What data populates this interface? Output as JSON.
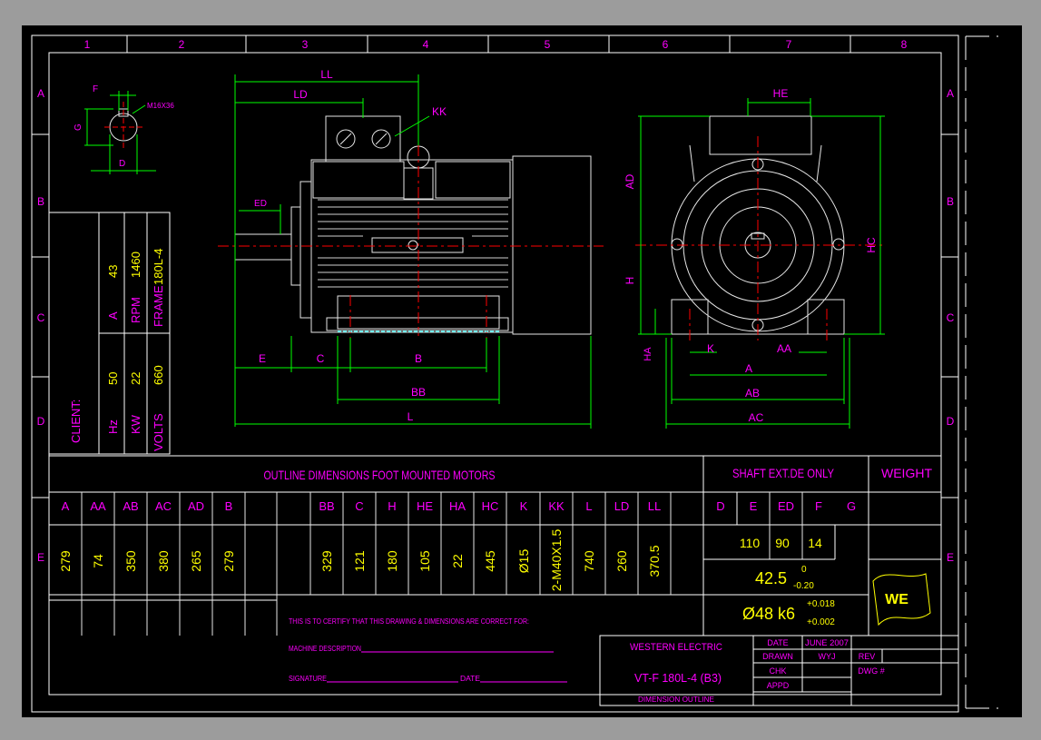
{
  "colors": {
    "background": "#9c9c9c",
    "canvas": "#000000",
    "frame": "#ffffff",
    "dimension": "#00ff00",
    "label": "#ff00ff",
    "value": "#ffff00",
    "center_line": "#ff0000",
    "outline": "#e6e6e6",
    "section": "#00ffff"
  },
  "border": {
    "columns": [
      "1",
      "2",
      "3",
      "4",
      "5",
      "6",
      "7",
      "8"
    ],
    "rows": [
      "A",
      "B",
      "C",
      "D",
      "E"
    ]
  },
  "shaft_detail": {
    "f": "F",
    "g": "G",
    "d": "D",
    "thread": "M16X36"
  },
  "side_view": {
    "ll": "LL",
    "ld": "LD",
    "kk": "KK",
    "ed": "ED",
    "e": "E",
    "c": "C",
    "b": "B",
    "bb": "BB",
    "l": "L"
  },
  "end_view": {
    "he": "HE",
    "ad": "AD",
    "h": "H",
    "hc": "HC",
    "ha": "HA",
    "k": "K",
    "aa": "AA",
    "a": "A",
    "ab": "AB",
    "ac": "AC"
  },
  "spec_block": {
    "client_label": "CLIENT:",
    "hz_label": "Hz",
    "hz": "50",
    "kw_label": "KW",
    "kw": "22",
    "volts_label": "VOLTS",
    "volts": "660",
    "a_label": "A",
    "a": "43",
    "rpm_label": "RPM",
    "rpm": "1460",
    "frame_label": "FRAME",
    "frame": "180L-4"
  },
  "table": {
    "title": "OUTLINE DIMENSIONS FOOT MOUNTED MOTORS",
    "shaft_title": "SHAFT EXT.DE ONLY",
    "weight_title": "WEIGHT",
    "headers_left": [
      "A",
      "AA",
      "AB",
      "AC",
      "AD",
      "B"
    ],
    "values_left": [
      "279",
      "74",
      "350",
      "380",
      "265",
      "279"
    ],
    "headers_mid": [
      "BB",
      "C",
      "H",
      "HE",
      "HA",
      "HC",
      "K",
      "KK",
      "L",
      "LD",
      "LL"
    ],
    "values_mid": [
      "329",
      "121",
      "180",
      "105",
      "22",
      "445",
      "Ø15",
      "2-M40X1.5",
      "740",
      "260",
      "370.5"
    ],
    "headers_shaft": [
      "D",
      "E",
      "ED",
      "F",
      "G"
    ],
    "values_shaft": [
      "110",
      "90",
      "14"
    ],
    "g_tol": "42.5",
    "g_tol_upper": "0",
    "g_tol_lower": "-0.20",
    "d_fit": "Ø48 k6",
    "d_tol_upper": "+0.018",
    "d_tol_lower": "+0.002"
  },
  "certify": {
    "statement": "THIS IS TO CERTIFY THAT THIS DRAWING & DIMENSIONS ARE CORRECT FOR:",
    "machine": "MACHINE DESCRIPTION",
    "signature": "SIGNATURE",
    "date": "DATE"
  },
  "title_block": {
    "company": "WESTERN ELECTRIC",
    "model": "VT-F 180L-4 (B3)",
    "subtitle": "DIMENSION OUTLINE",
    "date_label": "DATE",
    "date_value": "JUNE 2007",
    "drawn_label": "DRAWN",
    "drawn_value": "WYJ",
    "chk_label": "CHK",
    "appd_label": "APPD",
    "rev_label": "REV",
    "dwg_label": "DWG #",
    "logo": "WE"
  }
}
